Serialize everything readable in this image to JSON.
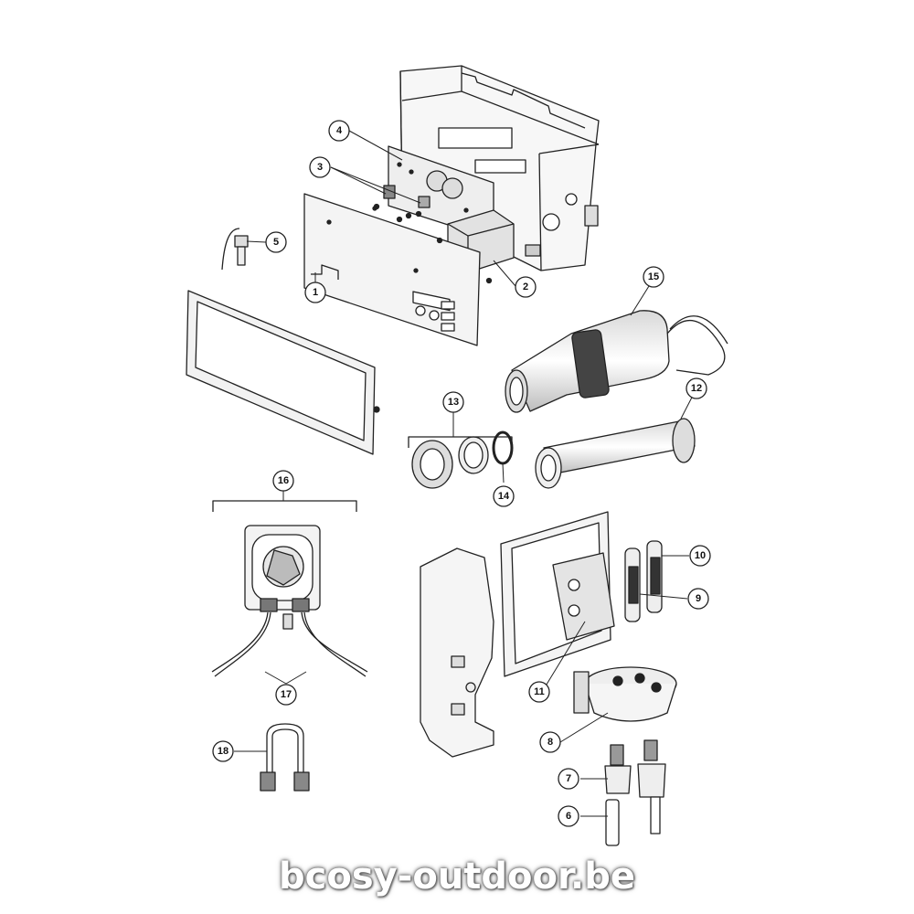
{
  "callouts": {
    "c1": "1",
    "c2": "2",
    "c3": "3",
    "c4": "4",
    "c5": "5",
    "c6": "6",
    "c7": "7",
    "c8": "8",
    "c9": "9",
    "c10": "10",
    "c11": "11",
    "c12": "12",
    "c13": "13",
    "c14": "14",
    "c15": "15",
    "c16": "16",
    "c17": "17",
    "c18": "18"
  },
  "watermark": "bcosy-outdoor.be",
  "colors": {
    "line": "#222222",
    "fill_light": "#f2f2f2",
    "fill_mid": "#d9d9d9",
    "fill_dark": "#555555"
  }
}
